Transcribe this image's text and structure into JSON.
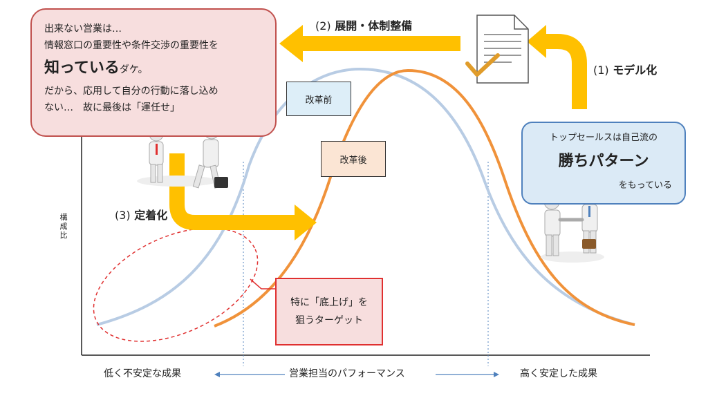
{
  "speech_left": {
    "line1": "出来ない営業は…",
    "line2": "情報窓口の重要性や条件交渉の重要性を",
    "emph": "知っている",
    "emph_tail": "ダケ。",
    "line4": "だから、応用して自分の行動に落し込め",
    "line5": "ない…　故に最後は「運任せ」"
  },
  "speech_right": {
    "line1": "トップセールスは自己流の",
    "emph": "勝ちパターン",
    "line3": "をもっている"
  },
  "steps": {
    "model": {
      "num": "(1)",
      "label": "モデル化"
    },
    "deploy": {
      "num": "(2)",
      "label": "展開・体制整備"
    },
    "settle": {
      "num": "(3)",
      "label": "定着化"
    }
  },
  "curve_labels": {
    "before": "改革前",
    "after": "改革後"
  },
  "target": {
    "line1": "特に「底上げ」を",
    "line2": "狙うターゲット"
  },
  "axis": {
    "y_label": "構成比",
    "x_left": "低く不安定な成果",
    "x_center": "営業担当のパフォーマンス",
    "x_right": "高く安定した成果"
  },
  "colors": {
    "before_curve": "#b8cce4",
    "after_curve": "#f0923a",
    "arrow": "#ffc000",
    "target_ellipse": "#e03030"
  },
  "icons": [
    "document-check-icon",
    "person-figures-icon",
    "handshake-figures-icon"
  ]
}
